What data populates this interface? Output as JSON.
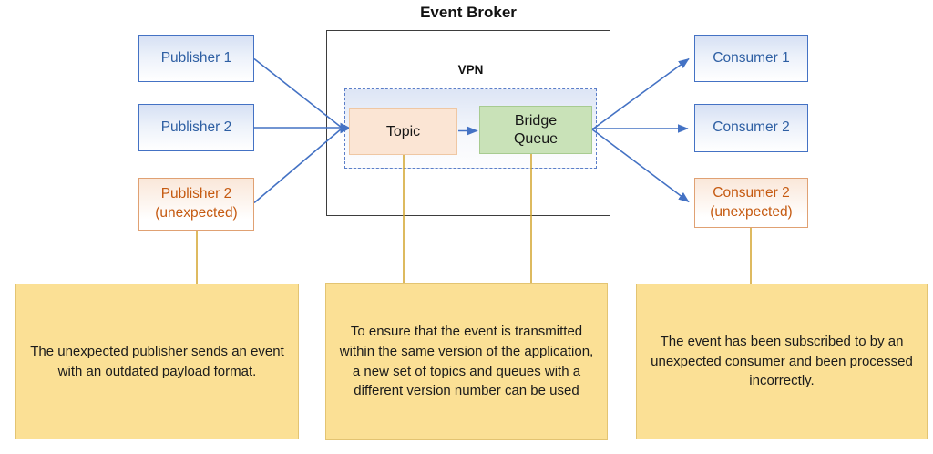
{
  "diagram": {
    "title": "Event Broker",
    "vpn_label": "VPN",
    "publishers": [
      {
        "label": "Publisher 1"
      },
      {
        "label": "Publisher 2"
      },
      {
        "label": "Publisher 2 (unexpected)"
      }
    ],
    "broker": {
      "topic_label": "Topic",
      "bridge_queue_label": "Bridge Queue"
    },
    "consumers": [
      {
        "label": "Consumer 1"
      },
      {
        "label": "Consumer 2"
      },
      {
        "label": "Consumer 2 (unexpected)"
      }
    ],
    "notes": [
      {
        "text": "The unexpected publisher sends an event with an outdated payload format."
      },
      {
        "text": "To ensure that the event is transmitted within the same version of the application, a new set of topics and queues with a different version number can be used"
      },
      {
        "text": "The event has been subscribed to by an unexpected consumer and been processed incorrectly."
      }
    ],
    "colors": {
      "arrow_blue": "#4472C4",
      "blue_node_text": "#2E5FA3",
      "orange_node_text": "#C55A11",
      "topic_fill": "#FBE5D4",
      "bridge_queue_fill": "#C9E2B8",
      "note_fill": "#FBE095",
      "connector_gold": "#D2A32A",
      "vpn_dash_border": "#5B7EC9"
    }
  }
}
